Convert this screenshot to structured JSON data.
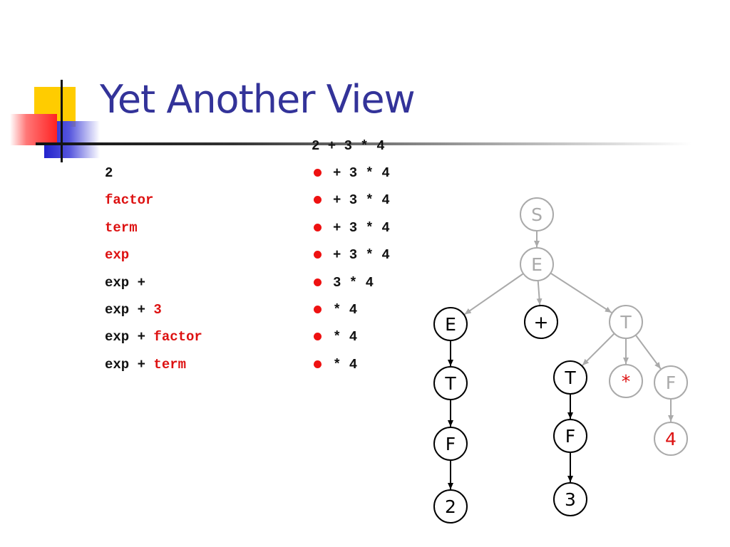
{
  "slide": {
    "title": "Yet Another View",
    "input": "2 + 3 * 4"
  },
  "derivation": [
    {
      "parts": [
        {
          "text": "2",
          "red": false
        }
      ],
      "remaining": "+ 3 * 4"
    },
    {
      "parts": [
        {
          "text": "factor",
          "red": true
        }
      ],
      "remaining": "+ 3 * 4"
    },
    {
      "parts": [
        {
          "text": "term",
          "red": true
        }
      ],
      "remaining": "+ 3 * 4"
    },
    {
      "parts": [
        {
          "text": "exp",
          "red": true
        }
      ],
      "remaining": "+ 3 * 4"
    },
    {
      "parts": [
        {
          "text": "exp +",
          "red": false
        }
      ],
      "remaining": "3 * 4"
    },
    {
      "parts": [
        {
          "text": "exp + ",
          "red": false
        },
        {
          "text": "3",
          "red": true
        }
      ],
      "remaining": "* 4"
    },
    {
      "parts": [
        {
          "text": "exp + ",
          "red": false
        },
        {
          "text": "factor",
          "red": true
        }
      ],
      "remaining": "* 4"
    },
    {
      "parts": [
        {
          "text": "exp + ",
          "red": false
        },
        {
          "text": "term",
          "red": true
        }
      ],
      "remaining": "* 4"
    }
  ],
  "colors": {
    "title": "#333399",
    "highlight": "#dd1111",
    "active": "#000000",
    "inactive": "#aaaaaa"
  },
  "tree": {
    "nodes": [
      {
        "id": "S",
        "label": "S",
        "state": "inactive"
      },
      {
        "id": "E1",
        "label": "E",
        "state": "inactive"
      },
      {
        "id": "E2",
        "label": "E",
        "state": "active"
      },
      {
        "id": "P",
        "label": "+",
        "state": "active"
      },
      {
        "id": "T1",
        "label": "T",
        "state": "inactive"
      },
      {
        "id": "T2",
        "label": "T",
        "state": "active"
      },
      {
        "id": "F1",
        "label": "F",
        "state": "active"
      },
      {
        "id": "N2",
        "label": "2",
        "state": "active"
      },
      {
        "id": "T3",
        "label": "T",
        "state": "active"
      },
      {
        "id": "M",
        "label": "*",
        "state": "inactive",
        "label_color": "red"
      },
      {
        "id": "F2",
        "label": "F",
        "state": "inactive"
      },
      {
        "id": "F3",
        "label": "F",
        "state": "active"
      },
      {
        "id": "N3",
        "label": "3",
        "state": "active"
      },
      {
        "id": "N4",
        "label": "4",
        "state": "inactive",
        "label_color": "red"
      }
    ],
    "edges": [
      {
        "from": "S",
        "to": "E1",
        "state": "inactive"
      },
      {
        "from": "E1",
        "to": "E2",
        "state": "inactive"
      },
      {
        "from": "E1",
        "to": "P",
        "state": "inactive"
      },
      {
        "from": "E1",
        "to": "T1",
        "state": "inactive"
      },
      {
        "from": "E2",
        "to": "T2",
        "state": "active"
      },
      {
        "from": "T2",
        "to": "F1",
        "state": "active"
      },
      {
        "from": "F1",
        "to": "N2",
        "state": "active"
      },
      {
        "from": "T1",
        "to": "T3",
        "state": "inactive"
      },
      {
        "from": "T1",
        "to": "M",
        "state": "inactive"
      },
      {
        "from": "T1",
        "to": "F2",
        "state": "inactive"
      },
      {
        "from": "T3",
        "to": "F3",
        "state": "active"
      },
      {
        "from": "F3",
        "to": "N3",
        "state": "active"
      },
      {
        "from": "F2",
        "to": "N4",
        "state": "inactive"
      }
    ]
  }
}
